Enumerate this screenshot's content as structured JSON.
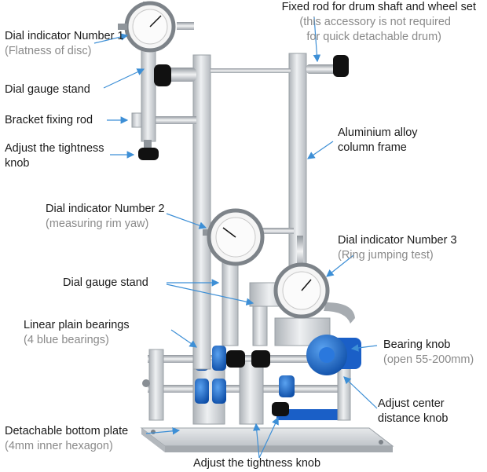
{
  "labels": {
    "dial1_title": "Dial indicator Number 1",
    "dial1_sub": "(Flatness of disc)",
    "dial_stand_1": "Dial gauge stand",
    "bracket_rod": "Bracket fixing rod",
    "tightness_knob_1": "Adjust the tightness",
    "tightness_knob_1b": "knob",
    "fixed_rod_title": "Fixed rod for drum shaft and wheel set",
    "fixed_rod_sub1": "(this accessory is not required",
    "fixed_rod_sub2": "for quick detachable drum)",
    "alu_frame_1": "Aluminium alloy",
    "alu_frame_2": "column frame",
    "dial2_title": "Dial indicator Number 2",
    "dial2_sub": "(measuring rim yaw)",
    "dial3_title": "Dial indicator Number 3",
    "dial3_sub": "(Ring jumping test)",
    "dial_stand_2": "Dial gauge stand",
    "bearings_title": "Linear plain bearings",
    "bearings_sub": "(4 blue bearings)",
    "bearing_knob_title": "Bearing knob",
    "bearing_knob_sub": "(open 55-200mm)",
    "center_knob_1": "Adjust center",
    "center_knob_2": "distance knob",
    "bottom_plate_title": "Detachable bottom plate",
    "bottom_plate_sub": "(4mm inner hexagon)",
    "tightness_knob_2": "Adjust the tightness knob"
  },
  "colors": {
    "arrow": "#3d8fd6",
    "aluminium": "#cfd3d8",
    "aluminium_dark": "#9aa0a6",
    "bearing_blue": "#1f6fd1",
    "knob_black": "#111111",
    "text_grey": "#8a8a8a"
  }
}
